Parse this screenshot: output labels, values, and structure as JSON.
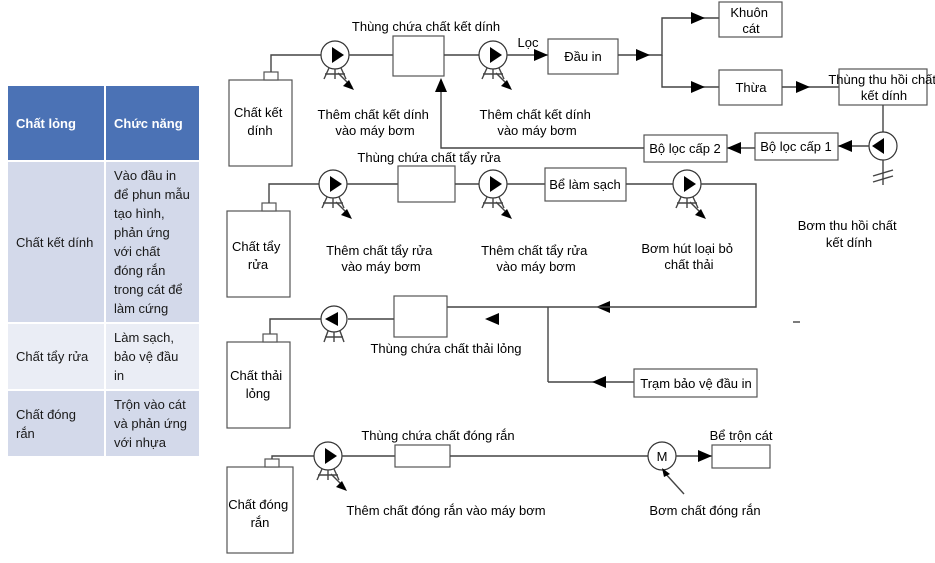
{
  "table": {
    "headers": [
      "Chất lỏng",
      "Chức năng"
    ],
    "rows": [
      {
        "liquid": "Chất kết dính",
        "function": "Vào đầu in để phun mẫu tạo hình, phản ứng với chất đóng rắn trong cát để làm cứng"
      },
      {
        "liquid": "Chất tẩy rửa",
        "function": "Làm sạch, bảo vệ đầu in"
      },
      {
        "liquid": "Chất đóng rắn",
        "function": "Trộn vào cát và phản ứng với nhựa"
      }
    ]
  },
  "diagram": {
    "binder": {
      "container": [
        "Chất kết",
        "dính"
      ],
      "tank": "Thùng chứa chất kết dính",
      "pump1": [
        "Thêm chất kết dính",
        "vào máy bơm"
      ],
      "pump2": [
        "Thêm chất kết dính",
        "vào máy bơm"
      ],
      "filter": "Lọc",
      "printhead": "Đầu in",
      "sand_mold": [
        "Khuôn",
        "cát"
      ],
      "excess": "Thừa",
      "recovery_tank": [
        "Thùng thu hồi chất",
        "kết dính"
      ],
      "recovery_pump": [
        "Bơm thu hồi chất",
        "kết dính"
      ],
      "filter1": "Bộ lọc cấp 1",
      "filter2": "Bộ lọc cấp 2"
    },
    "cleaner": {
      "container": [
        "Chất tẩy",
        "rửa"
      ],
      "tank": "Thùng chứa chất tẩy rửa",
      "pump1": [
        "Thêm chất tẩy rửa",
        "vào máy bơm"
      ],
      "pump2": [
        "Thêm chất tẩy rửa",
        "vào máy bơm"
      ],
      "cleaning_tank": "Bể làm sạch",
      "waste_pump": [
        "Bơm hút loại bỏ",
        "chất thải"
      ]
    },
    "waste": {
      "container": [
        "Chất thải",
        "lỏng"
      ],
      "tank": "Thùng chứa chất thải lỏng",
      "protection_station": "Trạm bảo vệ đầu in"
    },
    "hardener": {
      "container": [
        "Chất đóng",
        "rắn"
      ],
      "tank": "Thùng chứa chất đóng rắn",
      "pump_label": "Thêm chất đóng rắn vào máy bơm",
      "motor": "M",
      "motor_label": "Bơm chất đóng rắn",
      "mixer": "Bể trộn cát"
    }
  }
}
